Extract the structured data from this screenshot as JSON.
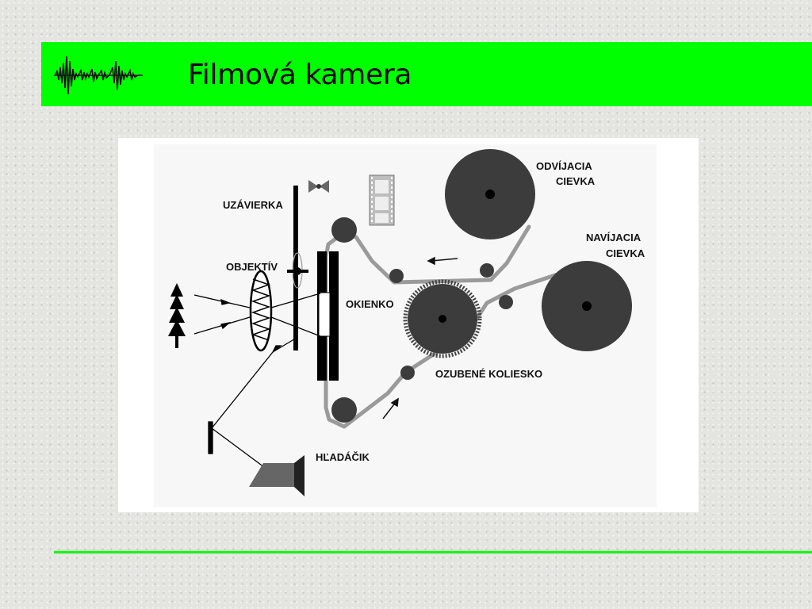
{
  "slide": {
    "title": "Filmová kamera",
    "accent_color": "#00ff00",
    "logo_icon": "sound-waveform-icon"
  },
  "diagram": {
    "labels": {
      "shutter": "UZÁVIERKA",
      "lens": "OBJEKTÍV",
      "window": "OKIENKO",
      "feed_reel_line1": "ODVÍJACIA",
      "feed_reel_line2": "CIEVKA",
      "takeup_reel_line1": "NAVÍJACIA",
      "takeup_reel_line2": "CIEVKA",
      "sprocket_wheel": "OZUBENÉ KOLIESKO",
      "viewfinder": "HĽADÁČIK"
    }
  }
}
